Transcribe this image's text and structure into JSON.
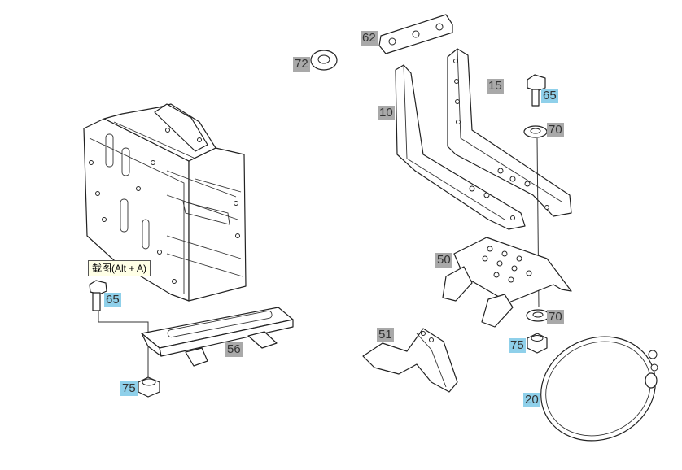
{
  "callouts": {
    "c62": "62",
    "c72": "72",
    "c10": "10",
    "c15": "15",
    "c65_right": "65",
    "c70_top": "70",
    "c50": "50",
    "c70_bottom": "70",
    "c75_right": "75",
    "c51": "51",
    "c20": "20",
    "c65_left": "65",
    "c56": "56",
    "c75_left": "75"
  },
  "tooltip": {
    "text": "截图(Alt + A)"
  },
  "colors": {
    "gray_label": "#a9a9a9",
    "blue_label": "#8fd0ea",
    "line": "#222222"
  }
}
